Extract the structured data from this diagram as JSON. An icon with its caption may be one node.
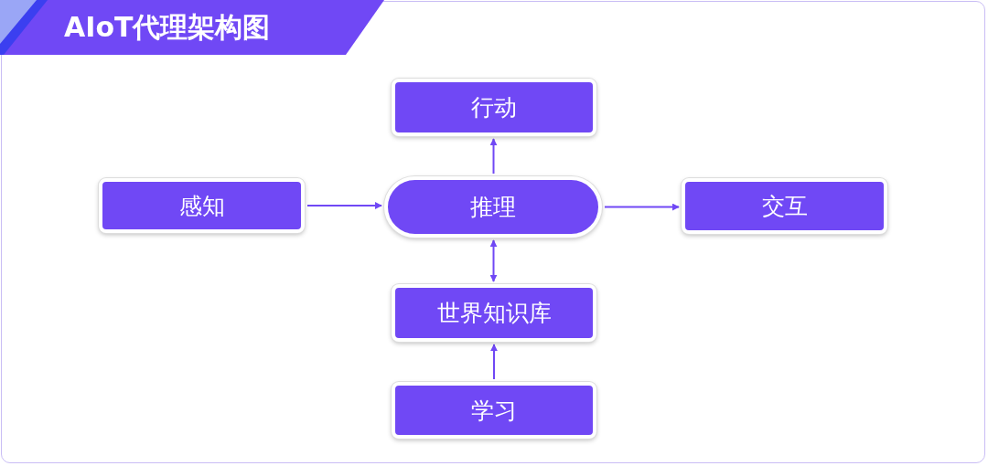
{
  "diagram": {
    "title": "AIoT代理架构图",
    "nodes": [
      {
        "text": [
          "行动"
        ]
      },
      {
        "text": [
          "感知"
        ]
      },
      {
        "text": [
          "推理"
        ]
      },
      {
        "text": [
          "交互"
        ]
      },
      {
        "text": [
          "世界知识库"
        ]
      },
      {
        "text": [
          "学习"
        ]
      }
    ],
    "edges": [
      {
        "from": 1,
        "to": 2,
        "arrow": "to"
      },
      {
        "from": 2,
        "to": 0,
        "arrow": "to"
      },
      {
        "from": 2,
        "to": 3,
        "arrow": "to"
      },
      {
        "from": 2,
        "to": 4,
        "arrow": "both"
      },
      {
        "from": 5,
        "to": 4,
        "arrow": "to"
      }
    ]
  }
}
